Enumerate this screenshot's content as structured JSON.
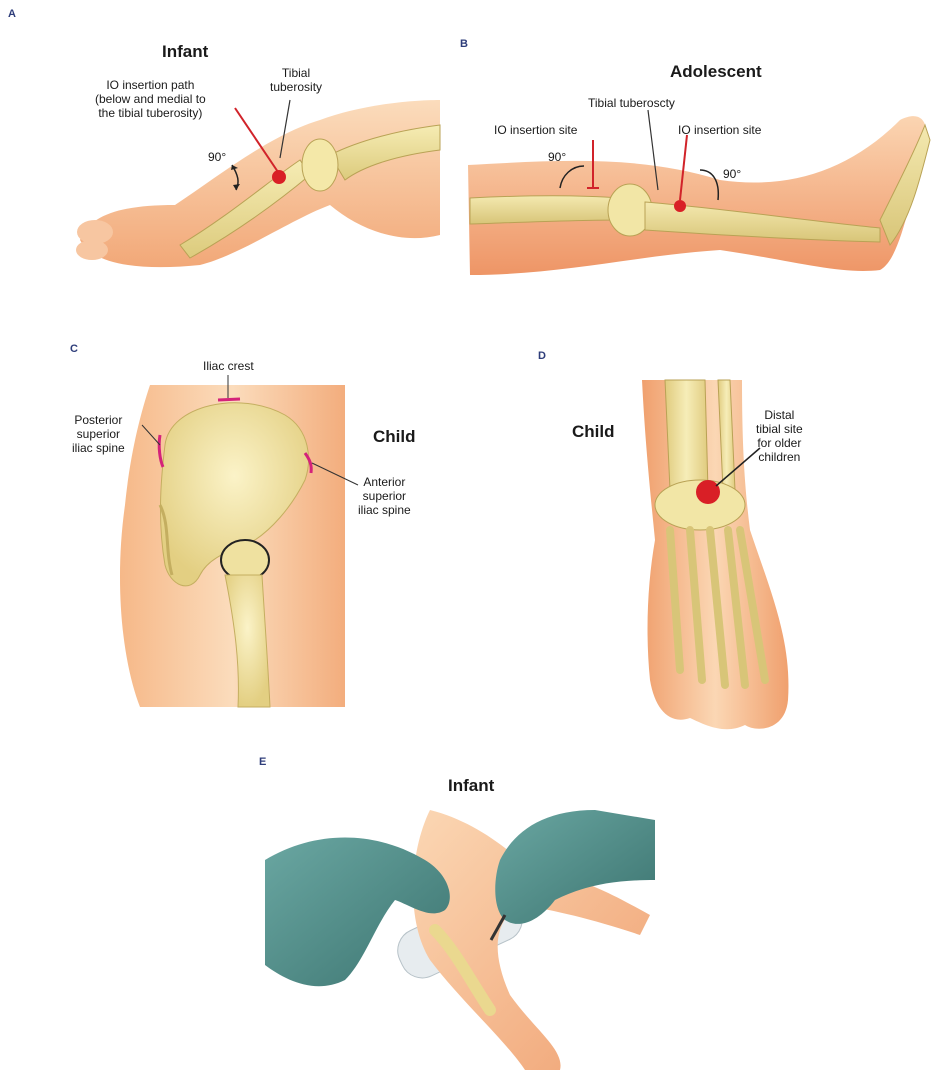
{
  "colors": {
    "skin_light": "#fbd9b8",
    "skin_dark": "#f0a273",
    "bone": "#efe3a0",
    "bone_edge": "#b9a255",
    "marker_red": "#d91f26",
    "pointer_red": "#d1232a",
    "highlight_magenta": "#d4237a",
    "glove": "#4f8f8c",
    "panel_letter": "#2e3d7a"
  },
  "panels": [
    {
      "letter": "A",
      "title": "Infant",
      "labels": {
        "path": [
          "IO insertion path",
          "(below and medial to",
          "the tibial tuberosity)"
        ],
        "tuberosity": [
          "Tibial",
          "tuberosity"
        ],
        "angle": "90°"
      }
    },
    {
      "letter": "B",
      "title": "Adolescent",
      "labels": {
        "tuberosity": "Tibial tuberoscty",
        "site_left": "IO insertion site",
        "site_right": "IO insertion site",
        "angle_left": "90°",
        "angle_right": "90°"
      }
    },
    {
      "letter": "C",
      "title": "Child",
      "labels": {
        "crest": "Iliac crest",
        "posterior": [
          "Posterior",
          "superior",
          "iliac spine"
        ],
        "anterior": [
          "Anterior",
          "superior",
          "iliac spine"
        ]
      }
    },
    {
      "letter": "D",
      "title": "Child",
      "labels": {
        "distal": [
          "Distal",
          "tibial site",
          "for older",
          "children"
        ]
      }
    },
    {
      "letter": "E",
      "title": "Infant"
    }
  ]
}
